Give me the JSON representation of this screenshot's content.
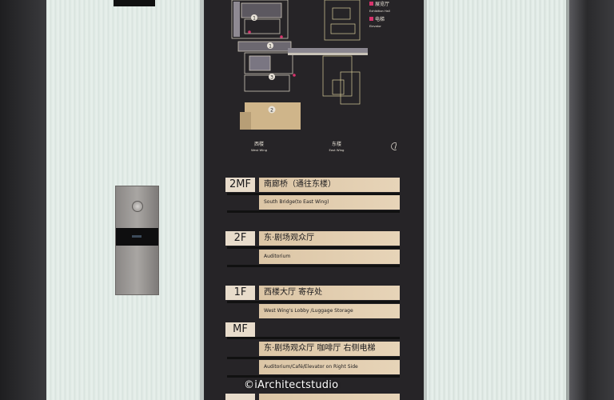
{
  "map": {
    "legend_exhibition_cn": "展览厅",
    "legend_exhibition_en": "Exhibition Hall",
    "legend_elevator_cn": "电梯",
    "legend_elevator_en": "Elevator",
    "west_wing_cn": "西楼",
    "west_wing_en": "West Wing",
    "east_wing_cn": "东楼",
    "east_wing_en": "East Wing",
    "markers": [
      "1",
      "1",
      "3",
      "2"
    ]
  },
  "directory": [
    {
      "floor": "2MF",
      "cn": "南廊桥（通往东楼）",
      "en": "South Bridge(to East Wing)"
    },
    {
      "floor": "2F",
      "cn": "东·剧场观众厅",
      "en": "Auditorium"
    },
    {
      "floor": "1F",
      "cn": "西楼大厅 寄存处",
      "en": "West Wing's Lobby /Luggage Storage"
    },
    {
      "floor": "MF",
      "cn": "东·剧场观众厅 咖啡厅 右侧电梯",
      "en": "Auditorium/Café/Elevator on Right Side"
    }
  ],
  "watermark": "©iArchitectstudio"
}
